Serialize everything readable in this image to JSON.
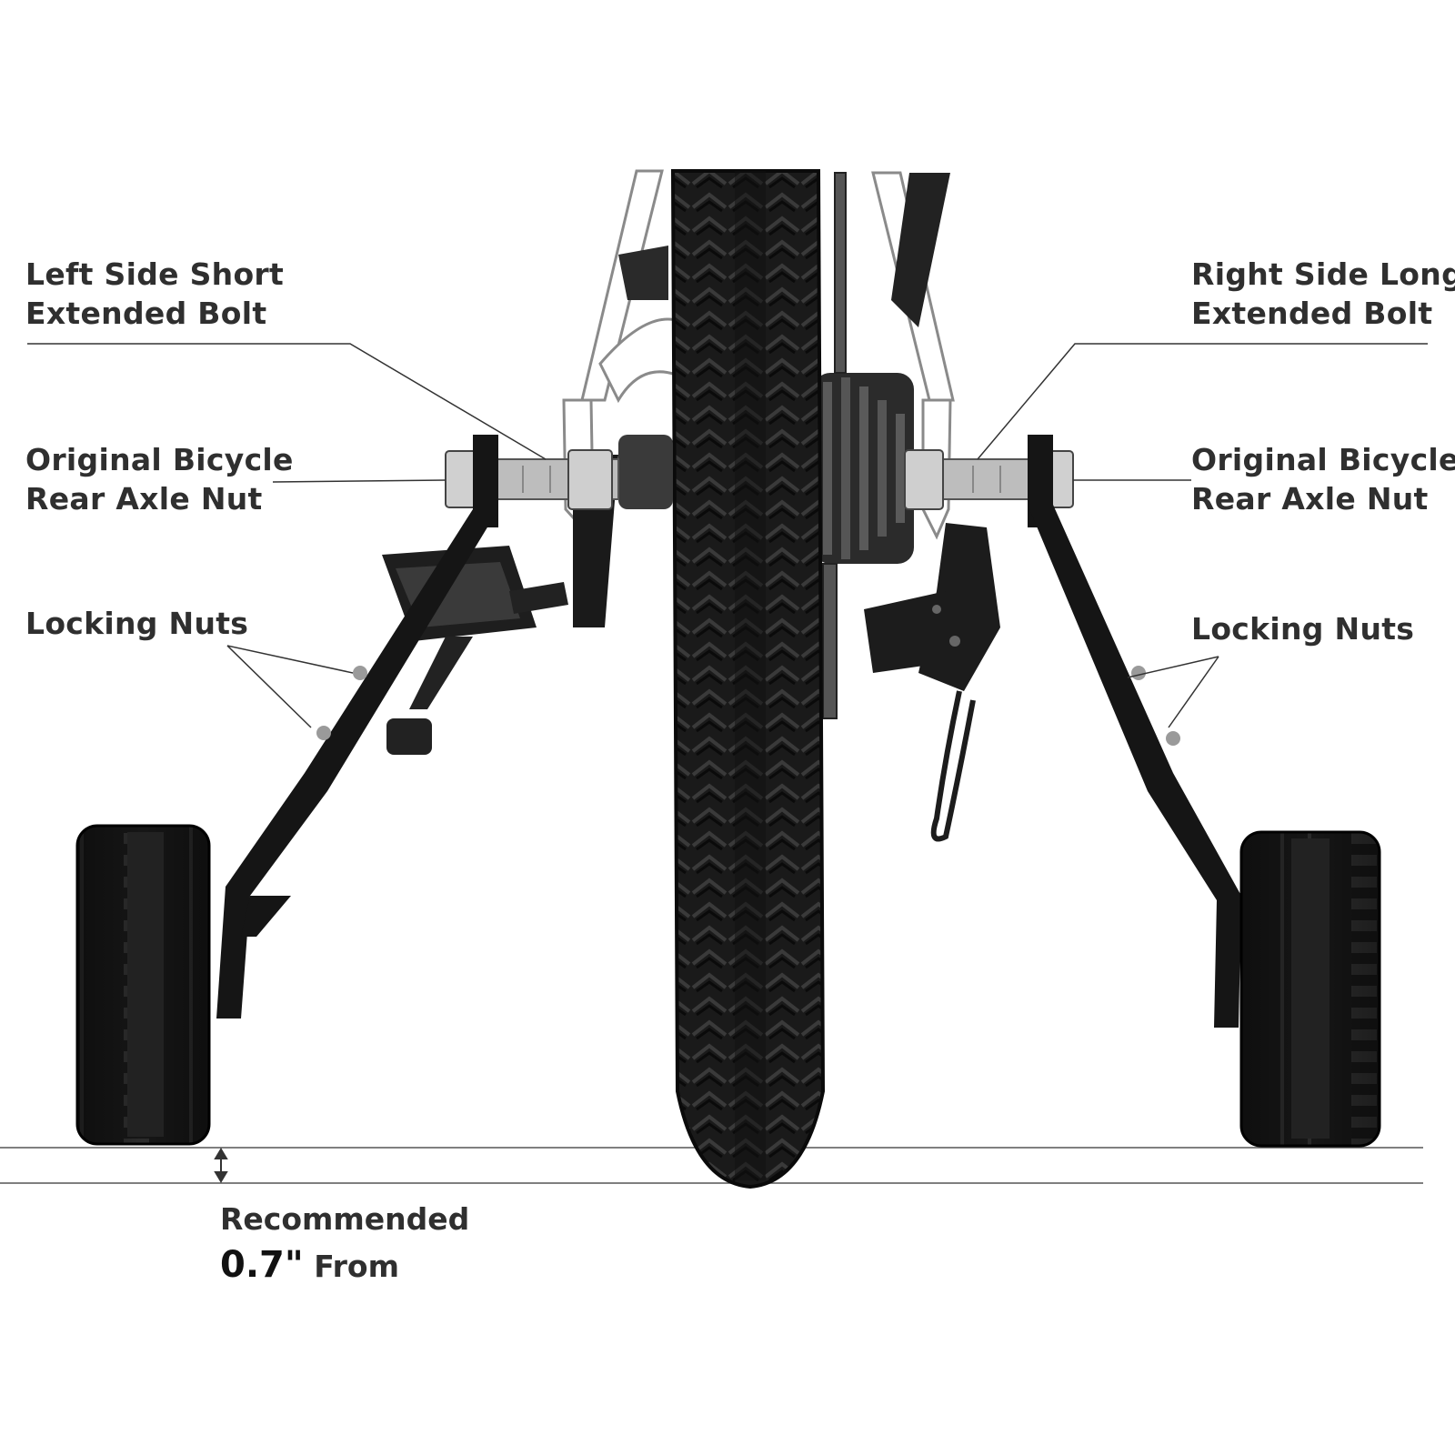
{
  "callouts": {
    "left_bolt": {
      "line1": "Left Side Short",
      "line2": "Extended Bolt"
    },
    "right_bolt": {
      "line1": "Right Side Long",
      "line2": "Extended Bolt"
    },
    "left_axle_nut": {
      "line1": "Original Bicycle",
      "line2": "Rear Axle Nut"
    },
    "right_axle_nut": {
      "line1": "Original Bicycle",
      "line2": "Rear Axle Nut"
    },
    "left_locking_nuts": "Locking Nuts",
    "right_locking_nuts": "Locking Nuts"
  },
  "clearance_note": {
    "line1": "Recommended",
    "value": "0.7\"",
    "suffix": "From"
  },
  "colors": {
    "text": "#2f2f2f",
    "tire": "#151515",
    "frame": "#ffffff",
    "leader": "#333333"
  }
}
